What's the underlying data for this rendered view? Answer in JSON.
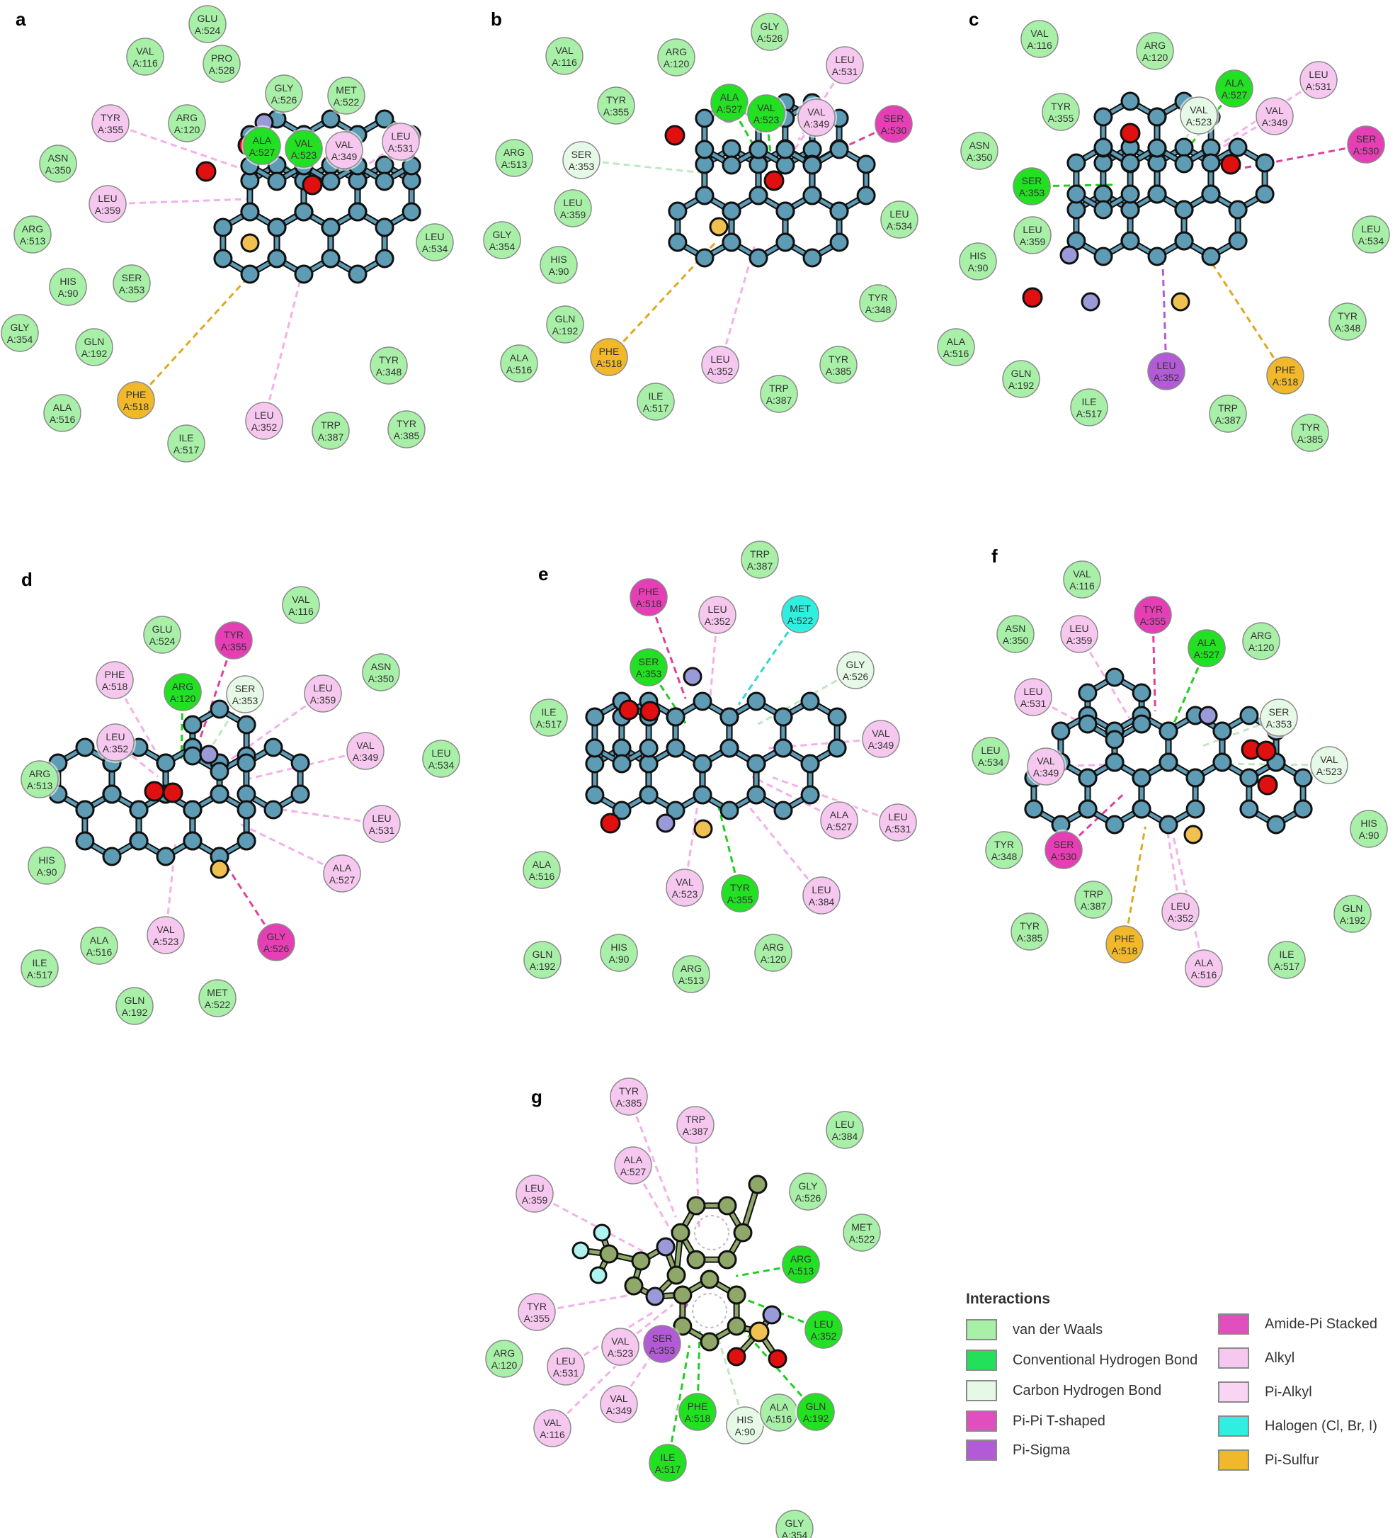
{
  "panels": [
    {
      "label": "a"
    },
    {
      "label": "b"
    },
    {
      "label": "c"
    },
    {
      "label": "d"
    },
    {
      "label": "e"
    },
    {
      "label": "f"
    },
    {
      "label": "g"
    }
  ],
  "colors": {
    "van_der_waals": "#a8f0a8",
    "conventional_hbond": "#22e022",
    "carbon_hbond": "#e6f9e6",
    "pi_pi_tshaped": "#e63fb5",
    "pi_sigma": "#b35ad6",
    "amide_pi": "#e85cc2",
    "alkyl": "#f7c8ef",
    "pi_alkyl": "#fad4f3",
    "halogen": "#2ff0e0",
    "pi_sulfur": "#f0b82a",
    "atom_c": "#5e9bb5",
    "atom_o": "#e01010",
    "atom_n": "#9a9ad8",
    "atom_s": "#f0c050",
    "atom_c_ref": "#8fa86a"
  },
  "residues": {
    "a": [
      {
        "n": "GLU",
        "i": "A:524",
        "t": "vdw"
      },
      {
        "n": "VAL",
        "i": "A:116",
        "t": "vdw"
      },
      {
        "n": "PRO",
        "i": "A:528",
        "t": "vdw"
      },
      {
        "n": "GLY",
        "i": "A:526",
        "t": "vdw"
      },
      {
        "n": "MET",
        "i": "A:522",
        "t": "vdw"
      },
      {
        "n": "TYR",
        "i": "A:355",
        "t": "alkyl"
      },
      {
        "n": "ARG",
        "i": "A:120",
        "t": "vdw"
      },
      {
        "n": "ALA",
        "i": "A:527",
        "t": "hb"
      },
      {
        "n": "VAL",
        "i": "A:523",
        "t": "hb"
      },
      {
        "n": "VAL",
        "i": "A:349",
        "t": "alkyl"
      },
      {
        "n": "LEU",
        "i": "A:531",
        "t": "alkyl"
      },
      {
        "n": "ASN",
        "i": "A:350",
        "t": "vdw"
      },
      {
        "n": "LEU",
        "i": "A:359",
        "t": "alkyl"
      },
      {
        "n": "ARG",
        "i": "A:513",
        "t": "vdw"
      },
      {
        "n": "LEU",
        "i": "A:534",
        "t": "vdw"
      },
      {
        "n": "HIS",
        "i": "A:90",
        "t": "vdw"
      },
      {
        "n": "SER",
        "i": "A:353",
        "t": "vdw"
      },
      {
        "n": "GLY",
        "i": "A:354",
        "t": "vdw"
      },
      {
        "n": "GLN",
        "i": "A:192",
        "t": "vdw"
      },
      {
        "n": "TYR",
        "i": "A:348",
        "t": "vdw"
      },
      {
        "n": "ALA",
        "i": "A:516",
        "t": "vdw"
      },
      {
        "n": "PHE",
        "i": "A:518",
        "t": "ps"
      },
      {
        "n": "LEU",
        "i": "A:352",
        "t": "alkyl"
      },
      {
        "n": "TRP",
        "i": "A:387",
        "t": "vdw"
      },
      {
        "n": "TYR",
        "i": "A:385",
        "t": "vdw"
      },
      {
        "n": "ILE",
        "i": "A:517",
        "t": "vdw"
      }
    ],
    "b": [
      {
        "n": "VAL",
        "i": "A:116",
        "t": "vdw"
      },
      {
        "n": "GLY",
        "i": "A:526",
        "t": "vdw"
      },
      {
        "n": "ARG",
        "i": "A:120",
        "t": "vdw"
      },
      {
        "n": "LEU",
        "i": "A:531",
        "t": "alkyl"
      },
      {
        "n": "TYR",
        "i": "A:355",
        "t": "vdw"
      },
      {
        "n": "ALA",
        "i": "A:527",
        "t": "hb"
      },
      {
        "n": "VAL",
        "i": "A:523",
        "t": "hb"
      },
      {
        "n": "VAL",
        "i": "A:349",
        "t": "alkyl"
      },
      {
        "n": "SER",
        "i": "A:530",
        "t": "pit"
      },
      {
        "n": "ARG",
        "i": "A:513",
        "t": "vdw"
      },
      {
        "n": "SER",
        "i": "A:353",
        "t": "chb"
      },
      {
        "n": "LEU",
        "i": "A:359",
        "t": "vdw"
      },
      {
        "n": "LEU",
        "i": "A:534",
        "t": "vdw"
      },
      {
        "n": "GLY",
        "i": "A:354",
        "t": "vdw"
      },
      {
        "n": "HIS",
        "i": "A:90",
        "t": "vdw"
      },
      {
        "n": "TYR",
        "i": "A:348",
        "t": "vdw"
      },
      {
        "n": "GLN",
        "i": "A:192",
        "t": "vdw"
      },
      {
        "n": "PHE",
        "i": "A:518",
        "t": "ps"
      },
      {
        "n": "LEU",
        "i": "A:352",
        "t": "alkyl"
      },
      {
        "n": "TYR",
        "i": "A:385",
        "t": "vdw"
      },
      {
        "n": "ALA",
        "i": "A:516",
        "t": "vdw"
      },
      {
        "n": "TRP",
        "i": "A:387",
        "t": "vdw"
      },
      {
        "n": "ILE",
        "i": "A:517",
        "t": "vdw"
      }
    ],
    "c": [
      {
        "n": "VAL",
        "i": "A:116",
        "t": "vdw"
      },
      {
        "n": "ARG",
        "i": "A:120",
        "t": "vdw"
      },
      {
        "n": "ALA",
        "i": "A:527",
        "t": "hb"
      },
      {
        "n": "LEU",
        "i": "A:531",
        "t": "alkyl"
      },
      {
        "n": "TYR",
        "i": "A:355",
        "t": "vdw"
      },
      {
        "n": "VAL",
        "i": "A:523",
        "t": "chb"
      },
      {
        "n": "VAL",
        "i": "A:349",
        "t": "alkyl"
      },
      {
        "n": "ASN",
        "i": "A:350",
        "t": "vdw"
      },
      {
        "n": "SER",
        "i": "A:530",
        "t": "pit"
      },
      {
        "n": "SER",
        "i": "A:353",
        "t": "hb"
      },
      {
        "n": "LEU",
        "i": "A:359",
        "t": "vdw"
      },
      {
        "n": "LEU",
        "i": "A:534",
        "t": "vdw"
      },
      {
        "n": "HIS",
        "i": "A:90",
        "t": "vdw"
      },
      {
        "n": "TYR",
        "i": "A:348",
        "t": "vdw"
      },
      {
        "n": "ALA",
        "i": "A:516",
        "t": "vdw"
      },
      {
        "n": "LEU",
        "i": "A:352",
        "t": "sig"
      },
      {
        "n": "PHE",
        "i": "A:518",
        "t": "ps"
      },
      {
        "n": "GLN",
        "i": "A:192",
        "t": "vdw"
      },
      {
        "n": "ILE",
        "i": "A:517",
        "t": "vdw"
      },
      {
        "n": "TRP",
        "i": "A:387",
        "t": "vdw"
      },
      {
        "n": "TYR",
        "i": "A:385",
        "t": "vdw"
      }
    ],
    "d": [
      {
        "n": "VAL",
        "i": "A:116",
        "t": "vdw"
      },
      {
        "n": "GLU",
        "i": "A:524",
        "t": "vdw"
      },
      {
        "n": "TYR",
        "i": "A:355",
        "t": "pit"
      },
      {
        "n": "PHE",
        "i": "A:518",
        "t": "alkyl"
      },
      {
        "n": "ARG",
        "i": "A:120",
        "t": "hb"
      },
      {
        "n": "SER",
        "i": "A:353",
        "t": "chb"
      },
      {
        "n": "LEU",
        "i": "A:359",
        "t": "alkyl"
      },
      {
        "n": "ASN",
        "i": "A:350",
        "t": "vdw"
      },
      {
        "n": "LEU",
        "i": "A:352",
        "t": "alkyl"
      },
      {
        "n": "VAL",
        "i": "A:349",
        "t": "alkyl"
      },
      {
        "n": "LEU",
        "i": "A:534",
        "t": "vdw"
      },
      {
        "n": "ARG",
        "i": "A:513",
        "t": "vdw"
      },
      {
        "n": "LEU",
        "i": "A:531",
        "t": "alkyl"
      },
      {
        "n": "HIS",
        "i": "A:90",
        "t": "vdw"
      },
      {
        "n": "ALA",
        "i": "A:527",
        "t": "alkyl"
      },
      {
        "n": "ILE",
        "i": "A:517",
        "t": "vdw"
      },
      {
        "n": "ALA",
        "i": "A:516",
        "t": "vdw"
      },
      {
        "n": "VAL",
        "i": "A:523",
        "t": "alkyl"
      },
      {
        "n": "GLY",
        "i": "A:526",
        "t": "pit"
      },
      {
        "n": "GLN",
        "i": "A:192",
        "t": "vdw"
      },
      {
        "n": "MET",
        "i": "A:522",
        "t": "vdw"
      }
    ],
    "e": [
      {
        "n": "TRP",
        "i": "A:387",
        "t": "vdw"
      },
      {
        "n": "PHE",
        "i": "A:518",
        "t": "pit"
      },
      {
        "n": "LEU",
        "i": "A:352",
        "t": "alkyl"
      },
      {
        "n": "MET",
        "i": "A:522",
        "t": "hal"
      },
      {
        "n": "GLY",
        "i": "A:526",
        "t": "chb"
      },
      {
        "n": "SER",
        "i": "A:353",
        "t": "hb"
      },
      {
        "n": "ILE",
        "i": "A:517",
        "t": "vdw"
      },
      {
        "n": "VAL",
        "i": "A:349",
        "t": "alkyl"
      },
      {
        "n": "ALA",
        "i": "A:527",
        "t": "alkyl"
      },
      {
        "n": "LEU",
        "i": "A:531",
        "t": "alkyl"
      },
      {
        "n": "ALA",
        "i": "A:516",
        "t": "vdw"
      },
      {
        "n": "VAL",
        "i": "A:523",
        "t": "alkyl"
      },
      {
        "n": "TYR",
        "i": "A:355",
        "t": "hb"
      },
      {
        "n": "LEU",
        "i": "A:384",
        "t": "alkyl"
      },
      {
        "n": "GLN",
        "i": "A:192",
        "t": "vdw"
      },
      {
        "n": "HIS",
        "i": "A:90",
        "t": "vdw"
      },
      {
        "n": "ARG",
        "i": "A:120",
        "t": "vdw"
      },
      {
        "n": "ARG",
        "i": "A:513",
        "t": "vdw"
      }
    ],
    "f": [
      {
        "n": "VAL",
        "i": "A:116",
        "t": "vdw"
      },
      {
        "n": "TYR",
        "i": "A:355",
        "t": "pit"
      },
      {
        "n": "ASN",
        "i": "A:350",
        "t": "vdw"
      },
      {
        "n": "LEU",
        "i": "A:359",
        "t": "alkyl"
      },
      {
        "n": "ARG",
        "i": "A:120",
        "t": "vdw"
      },
      {
        "n": "ALA",
        "i": "A:527",
        "t": "hb"
      },
      {
        "n": "LEU",
        "i": "A:531",
        "t": "alkyl"
      },
      {
        "n": "SER",
        "i": "A:353",
        "t": "chb"
      },
      {
        "n": "LEU",
        "i": "A:534",
        "t": "vdw"
      },
      {
        "n": "VAL",
        "i": "A:349",
        "t": "alkyl"
      },
      {
        "n": "VAL",
        "i": "A:523",
        "t": "chb"
      },
      {
        "n": "HIS",
        "i": "A:90",
        "t": "vdw"
      },
      {
        "n": "TYR",
        "i": "A:348",
        "t": "vdw"
      },
      {
        "n": "SER",
        "i": "A:530",
        "t": "pit"
      },
      {
        "n": "TRP",
        "i": "A:387",
        "t": "vdw"
      },
      {
        "n": "LEU",
        "i": "A:352",
        "t": "alkyl"
      },
      {
        "n": "GLN",
        "i": "A:192",
        "t": "vdw"
      },
      {
        "n": "TYR",
        "i": "A:385",
        "t": "vdw"
      },
      {
        "n": "PHE",
        "i": "A:518",
        "t": "ps"
      },
      {
        "n": "ALA",
        "i": "A:516",
        "t": "alkyl"
      },
      {
        "n": "ILE",
        "i": "A:517",
        "t": "vdw"
      }
    ],
    "g": [
      {
        "n": "TYR",
        "i": "A:385",
        "t": "alkyl"
      },
      {
        "n": "TRP",
        "i": "A:387",
        "t": "alkyl"
      },
      {
        "n": "LEU",
        "i": "A:384",
        "t": "vdw"
      },
      {
        "n": "ALA",
        "i": "A:527",
        "t": "alkyl"
      },
      {
        "n": "GLY",
        "i": "A:526",
        "t": "vdw"
      },
      {
        "n": "LEU",
        "i": "A:359",
        "t": "alkyl"
      },
      {
        "n": "MET",
        "i": "A:522",
        "t": "vdw"
      },
      {
        "n": "ARG",
        "i": "A:513",
        "t": "hb"
      },
      {
        "n": "TYR",
        "i": "A:355",
        "t": "alkyl"
      },
      {
        "n": "LEU",
        "i": "A:352",
        "t": "hb"
      },
      {
        "n": "ARG",
        "i": "A:120",
        "t": "vdw"
      },
      {
        "n": "LEU",
        "i": "A:531",
        "t": "alkyl"
      },
      {
        "n": "VAL",
        "i": "A:523",
        "t": "alkyl"
      },
      {
        "n": "SER",
        "i": "A:353",
        "t": "sig"
      },
      {
        "n": "VAL",
        "i": "A:349",
        "t": "alkyl"
      },
      {
        "n": "VAL",
        "i": "A:116",
        "t": "alkyl"
      },
      {
        "n": "PHE",
        "i": "A:518",
        "t": "hb"
      },
      {
        "n": "HIS",
        "i": "A:90",
        "t": "chb"
      },
      {
        "n": "ALA",
        "i": "A:516",
        "t": "vdw"
      },
      {
        "n": "GLN",
        "i": "A:192",
        "t": "hb"
      },
      {
        "n": "ILE",
        "i": "A:517",
        "t": "hb"
      },
      {
        "n": "GLY",
        "i": "A:354",
        "t": "vdw"
      }
    ]
  },
  "legend": {
    "title": "Interactions",
    "items": [
      {
        "label": "van der Waals",
        "color": "#a8f0a8"
      },
      {
        "label": "Conventional Hydrogen Bond",
        "color": "#22e05a"
      },
      {
        "label": "Carbon Hydrogen Bond",
        "color": "#e6f9e6"
      },
      {
        "label": "Pi-Pi T-shaped",
        "color": "#e04fbd"
      },
      {
        "label": "Pi-Sigma",
        "color": "#b35ad6"
      },
      {
        "label": "Amide-Pi Stacked",
        "color": "#e04fbd"
      },
      {
        "label": "Alkyl",
        "color": "#f7c8ef"
      },
      {
        "label": "Pi-Alkyl",
        "color": "#fad4f3"
      },
      {
        "label": "Halogen (Cl, Br, I)",
        "color": "#2ff0e0"
      },
      {
        "label": "Pi-Sulfur",
        "color": "#f0b82a"
      }
    ]
  }
}
